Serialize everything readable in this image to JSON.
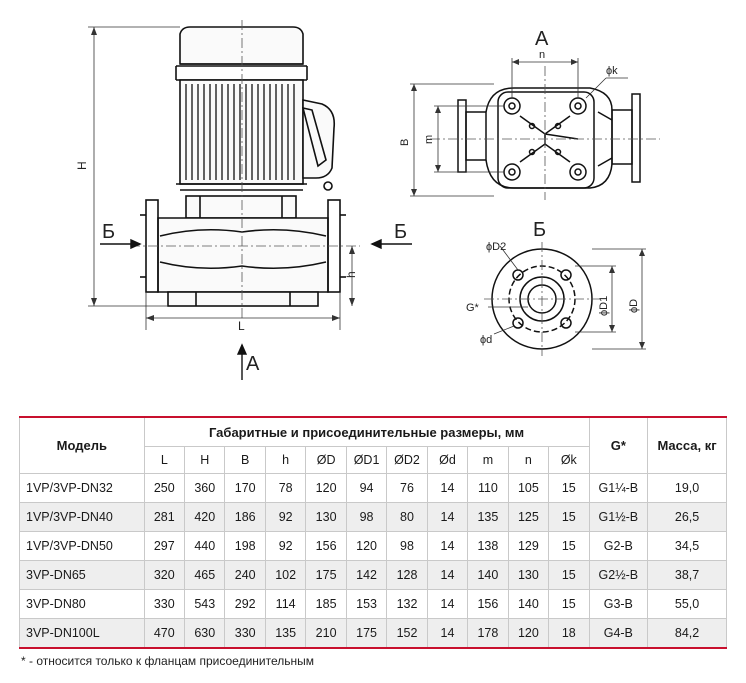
{
  "drawing": {
    "view_labels": {
      "section_left": "Б",
      "section_right": "Б",
      "arrow_bottom": "A",
      "top_view_title": "A",
      "flange_view_title": "Б"
    },
    "dims": {
      "H": "H",
      "L": "L",
      "h": "h",
      "B": "B",
      "m": "m",
      "n": "n",
      "k": "ϕk",
      "D2": "ϕD2",
      "D1": "ϕD1",
      "D": "ϕD",
      "d": "ϕd",
      "G": "G*"
    }
  },
  "table": {
    "col_model": "Модель",
    "col_dims_group": "Габаритные и присоединительные размеры, мм",
    "col_g": "G*",
    "col_mass": "Масса, кг",
    "dim_headers": [
      "L",
      "H",
      "B",
      "h",
      "ØD",
      "ØD1",
      "ØD2",
      "Ød",
      "m",
      "n",
      "Øk"
    ],
    "rows": [
      {
        "model": "1VP/3VP-DN32",
        "dims": [
          "250",
          "360",
          "170",
          "78",
          "120",
          "94",
          "76",
          "14",
          "110",
          "105",
          "15"
        ],
        "g": "G1¼-B",
        "mass": "19,0"
      },
      {
        "model": "1VP/3VP-DN40",
        "dims": [
          "281",
          "420",
          "186",
          "92",
          "130",
          "98",
          "80",
          "14",
          "135",
          "125",
          "15"
        ],
        "g": "G1½-B",
        "mass": "26,5"
      },
      {
        "model": "1VP/3VP-DN50",
        "dims": [
          "297",
          "440",
          "198",
          "92",
          "156",
          "120",
          "98",
          "14",
          "138",
          "129",
          "15"
        ],
        "g": "G2-B",
        "mass": "34,5"
      },
      {
        "model": "3VP-DN65",
        "dims": [
          "320",
          "465",
          "240",
          "102",
          "175",
          "142",
          "128",
          "14",
          "140",
          "130",
          "15"
        ],
        "g": "G2½-B",
        "mass": "38,7"
      },
      {
        "model": "3VP-DN80",
        "dims": [
          "330",
          "543",
          "292",
          "114",
          "185",
          "153",
          "132",
          "14",
          "156",
          "140",
          "15"
        ],
        "g": "G3-B",
        "mass": "55,0"
      },
      {
        "model": "3VP-DN100L",
        "dims": [
          "470",
          "630",
          "330",
          "135",
          "210",
          "175",
          "152",
          "14",
          "178",
          "120",
          "18"
        ],
        "g": "G4-B",
        "mass": "84,2"
      }
    ]
  },
  "footnote": "* - относится только к фланцам присоединительным"
}
